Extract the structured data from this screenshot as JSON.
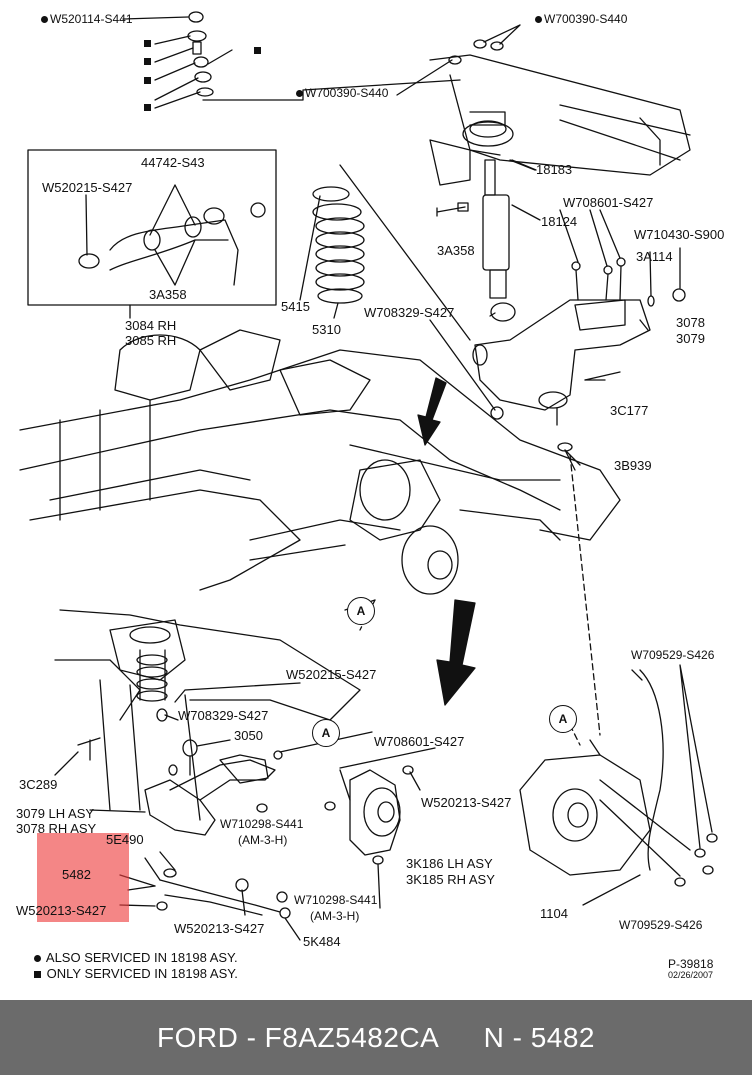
{
  "labels": {
    "w520114_s441": "W520114-S441",
    "w700390_s440_a": "W700390-S440",
    "w700390_s440_b": "W700390-S440",
    "n44742_s43": "44742-S43",
    "w520215_s427_a": "W520215-S427",
    "n3a358_a": "3A358",
    "n3084": "3084 RH",
    "n3085": "3085 RH",
    "n5415": "5415",
    "n5310": "5310",
    "n18183": "18183",
    "n18124": "18124",
    "n3a358_b": "3A358",
    "w708601_s427_a": "W708601-S427",
    "w710430_s900": "W710430-S900",
    "n3a114": "3A114",
    "w708329_s427_a": "W708329-S427",
    "n3078": "3078",
    "n3079": "3079",
    "n3c177": "3C177",
    "n3b939": "3B939",
    "w709529_s426_a": "W709529-S426",
    "w520215_s427_b": "W520215-S427",
    "w708329_s427_b": "W708329-S427",
    "n3050": "3050",
    "w708601_s427_b": "W708601-S427",
    "n3c289": "3C289",
    "n3079_lh": "3079 LH ASY",
    "n3078_rh": "3078 RH ASY",
    "w520213_s427_a": "W520213-S427",
    "w710298_s441_a": "W710298-S441",
    "am3h_a": "(AM-3-H)",
    "n5e490": "5E490",
    "n5482": "5482",
    "w520213_s427_b": "W520213-S427",
    "w520213_s427_c": "W520213-S427",
    "w710298_s441_b": "W710298-S441",
    "am3h_b": "(AM-3-H)",
    "n3k186": "3K186 LH ASY",
    "n3k185": "3K185 RH ASY",
    "n5k484": "5K484",
    "n1104": "1104",
    "w709529_s426_b": "W709529-S426",
    "p39818": "P-39818",
    "date": "02/26/2007"
  },
  "callouts": {
    "a1": "A",
    "a2": "A",
    "a3": "A"
  },
  "legend": {
    "dot_text": "ALSO SERVICED IN 18198 ASY.",
    "square_text": "ONLY SERVICED IN 18198 ASY."
  },
  "footer": {
    "brand_part": "FORD - F8AZ5482CA",
    "ref": "N - 5482"
  },
  "colors": {
    "highlight": "#ee3c3c",
    "footer_bg": "#6b6b6b",
    "line": "#111111"
  }
}
